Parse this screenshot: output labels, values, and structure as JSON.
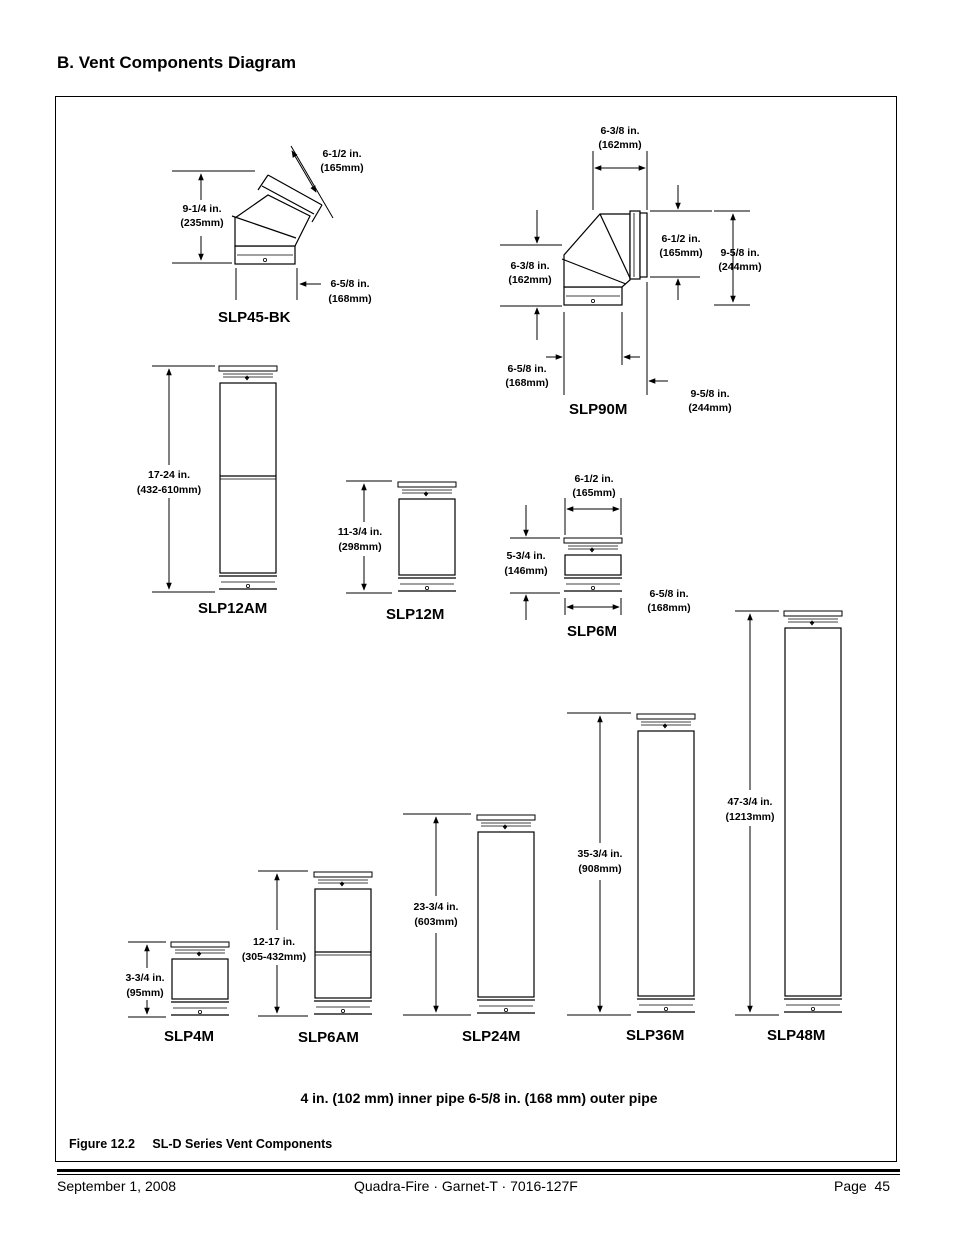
{
  "heading": "B.  Vent Components Diagram",
  "figure_caption": "Figure 12.2     SL-D Series Vent Components",
  "subtitle": "4 in. (102 mm) inner pipe 6-5/8 in. (168 mm) outer pipe",
  "footer": {
    "date": "September 1, 2008",
    "doc": "Quadra-Fire · Garnet-T · 7016-127F",
    "page": "Page  45"
  },
  "components": {
    "slp45bk": {
      "name": "SLP45-BK",
      "dim_height": [
        "9-1/4 in.",
        "(235mm)"
      ],
      "dim_top": [
        "6-1/2 in.",
        "(165mm)"
      ],
      "dim_width": [
        "6-5/8 in.",
        "(168mm)"
      ]
    },
    "slp90m": {
      "name": "SLP90M",
      "dim_top": [
        "6-3/8 in.",
        "(162mm)"
      ],
      "dim_inner": [
        "6-1/2 in.",
        "(165mm)"
      ],
      "dim_right": [
        "9-5/8 in.",
        "(244mm)"
      ],
      "dim_left": [
        "6-3/8 in.",
        "(162mm)"
      ],
      "dim_bottom_left": [
        "6-5/8 in.",
        "(168mm)"
      ],
      "dim_bottom_right": [
        "9-5/8 in.",
        "(244mm)"
      ]
    },
    "slp12am": {
      "name": "SLP12AM",
      "dim": [
        "17-24 in.",
        "(432-610mm)"
      ]
    },
    "slp12m": {
      "name": "SLP12M",
      "dim": [
        "11-3/4 in.",
        "(298mm)"
      ]
    },
    "slp6m": {
      "name": "SLP6M",
      "dim_top": [
        "6-1/2 in.",
        "(165mm)"
      ],
      "dim_height": [
        "5-3/4 in.",
        "(146mm)"
      ],
      "dim_width": [
        "6-5/8 in.",
        "(168mm)"
      ]
    },
    "slp4m": {
      "name": "SLP4M",
      "dim": [
        "3-3/4 in.",
        "(95mm)"
      ]
    },
    "slp6am": {
      "name": "SLP6AM",
      "dim": [
        "12-17 in.",
        "(305-432mm)"
      ]
    },
    "slp24m": {
      "name": "SLP24M",
      "dim": [
        "23-3/4 in.",
        "(603mm)"
      ]
    },
    "slp36m": {
      "name": "SLP36M",
      "dim": [
        "35-3/4 in.",
        "(908mm)"
      ]
    },
    "slp48m": {
      "name": "SLP48M",
      "dim": [
        "47-3/4 in.",
        "(1213mm)"
      ]
    }
  }
}
